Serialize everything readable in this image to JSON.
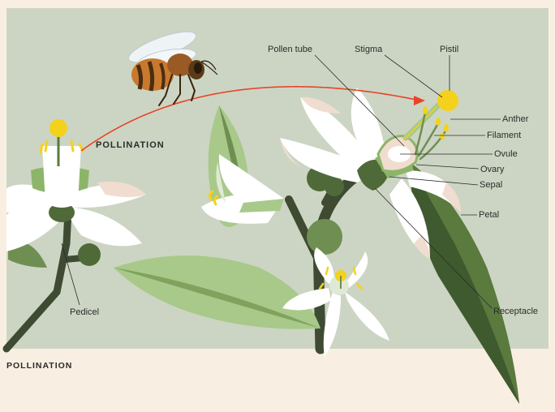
{
  "diagram": {
    "pollination_label": "POLLINATION",
    "caption": "POLLINATION",
    "labels": {
      "pollen_tube": "Pollen tube",
      "stigma": "Stigma",
      "pistil": "Pistil",
      "anther": "Anther",
      "filament": "Filament",
      "ovule": "Ovule",
      "ovary": "Ovary",
      "sepal": "Sepal",
      "petal": "Petal",
      "receptacle": "Receptacle",
      "pedicel": "Pedicel"
    },
    "colors": {
      "panel": "#ccd5c3",
      "background": "#f8efe2",
      "petal": "#ffffff",
      "petal_shadow": "#f0ddd0",
      "stem": "#3e4a32",
      "leaf_dark": "#5a7a3e",
      "leaf_light": "#a8c98a",
      "pollen": "#f4d21c",
      "path": "#e8442a"
    }
  }
}
